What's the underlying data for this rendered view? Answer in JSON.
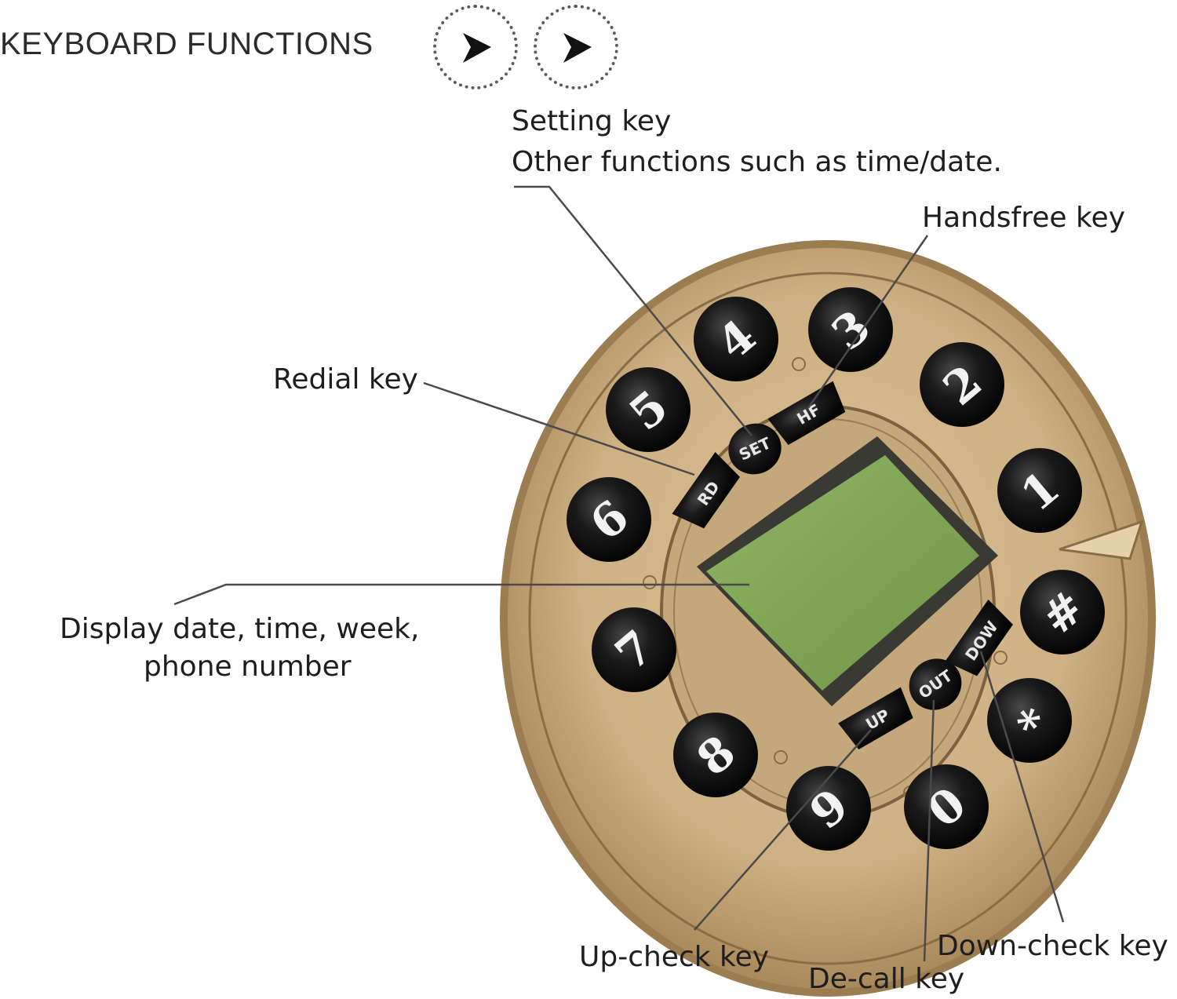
{
  "header": {
    "title": "KEYBOARD FUNCTIONS",
    "arrow_icons": [
      "chevron-right-icon",
      "chevron-right-icon"
    ]
  },
  "labels": {
    "setting_line1": "Setting key",
    "setting_line2": "Other functions such as time/date.",
    "handsfree": "Handsfree key",
    "redial": "Redial key",
    "display_line1": "Display date, time, week,",
    "display_line2": "phone number",
    "up_check": "Up-check key",
    "de_call": "De-call key",
    "down_check": "Down-check key"
  },
  "keypad": {
    "digit_keys": [
      "1",
      "2",
      "3",
      "4",
      "5",
      "6",
      "7",
      "8",
      "9",
      "0",
      "*",
      "#"
    ],
    "function_keys": {
      "set": "SET",
      "handsfree": "HF",
      "redial": "RD",
      "up": "UP",
      "out": "OUT",
      "down": "DOW"
    }
  },
  "colors": {
    "brass": "#c9ad7e",
    "brass_dark": "#8a6d44",
    "key_black": "#141414",
    "lcd_green": "#7fa452",
    "lcd_frame": "#3a3a34"
  }
}
